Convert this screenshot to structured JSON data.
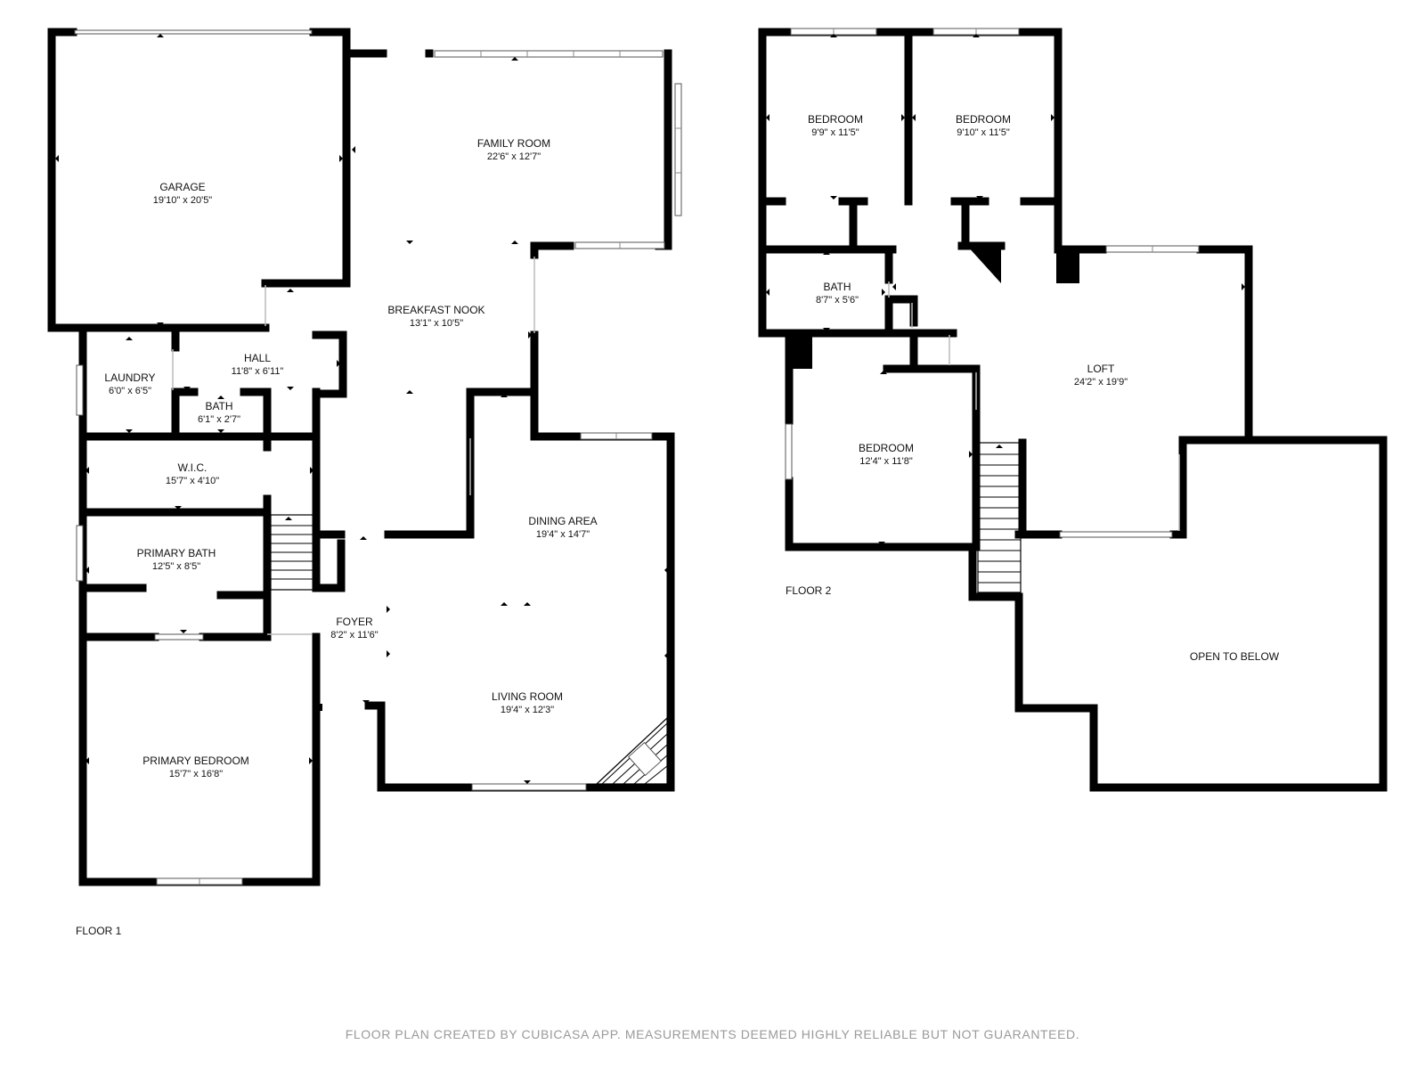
{
  "floors": [
    {
      "label": "FLOOR 1",
      "rooms": [
        {
          "name": "GARAGE",
          "dim": "19'10\" x 20'5\""
        },
        {
          "name": "FAMILY ROOM",
          "dim": "22'6\" x 12'7\""
        },
        {
          "name": "BREAKFAST NOOK",
          "dim": "13'1\" x 10'5\""
        },
        {
          "name": "LAUNDRY",
          "dim": "6'0\" x 6'5\""
        },
        {
          "name": "HALL",
          "dim": "11'8\" x 6'11\""
        },
        {
          "name": "BATH",
          "dim": "6'1\" x 2'7\""
        },
        {
          "name": "W.I.C.",
          "dim": "15'7\" x 4'10\""
        },
        {
          "name": "PRIMARY BATH",
          "dim": "12'5\" x 8'5\""
        },
        {
          "name": "DINING AREA",
          "dim": "19'4\" x 14'7\""
        },
        {
          "name": "FOYER",
          "dim": "8'2\" x 11'6\""
        },
        {
          "name": "LIVING ROOM",
          "dim": "19'4\" x 12'3\""
        },
        {
          "name": "PRIMARY BEDROOM",
          "dim": "15'7\" x 16'8\""
        }
      ]
    },
    {
      "label": "FLOOR 2",
      "rooms": [
        {
          "name": "BEDROOM",
          "dim": "9'9\" x 11'5\""
        },
        {
          "name": "BEDROOM",
          "dim": "9'10\" x 11'5\""
        },
        {
          "name": "BATH",
          "dim": "8'7\" x 5'6\""
        },
        {
          "name": "LOFT",
          "dim": "24'2\" x 19'9\""
        },
        {
          "name": "BEDROOM",
          "dim": "12'4\" x 11'8\""
        },
        {
          "name": "OPEN TO BELOW",
          "dim": ""
        }
      ]
    }
  ],
  "footer": "FLOOR PLAN CREATED BY CUBICASA APP. MEASUREMENTS DEEMED HIGHLY RELIABLE BUT NOT GUARANTEED."
}
